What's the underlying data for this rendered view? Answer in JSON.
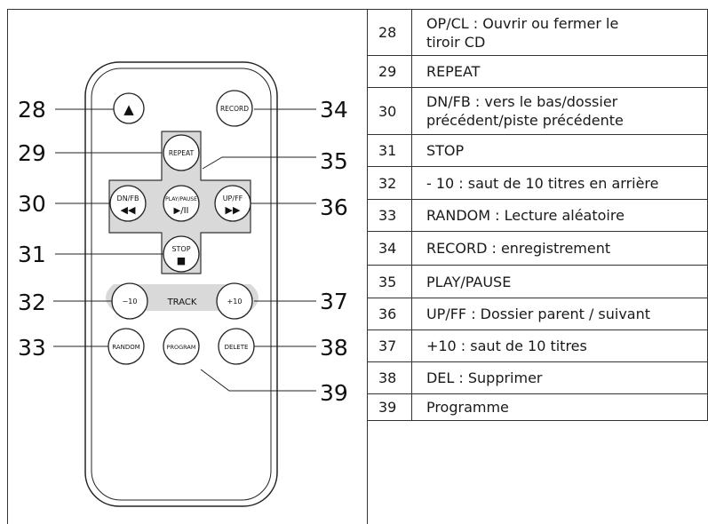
{
  "remote": {
    "callouts": [
      {
        "num": "28",
        "button": "eject"
      },
      {
        "num": "34",
        "button": "record"
      },
      {
        "num": "29",
        "button": "repeat"
      },
      {
        "num": "35",
        "button": "play-pause"
      },
      {
        "num": "30",
        "button": "dn-fb"
      },
      {
        "num": "36",
        "button": "up-ff"
      },
      {
        "num": "31",
        "button": "stop"
      },
      {
        "num": "32",
        "button": "minus10"
      },
      {
        "num": "37",
        "button": "plus10"
      },
      {
        "num": "33",
        "button": "random"
      },
      {
        "num": "38",
        "button": "delete"
      },
      {
        "num": "39",
        "button": "program"
      }
    ],
    "buttons": {
      "eject": "▲",
      "record": "RECORD",
      "repeat": "REPEAT",
      "play_pause_top": "PLAY/PAUSE",
      "play_pause_symbol": "▶/II",
      "dn_fb_top": "DN/FB",
      "dn_fb_symbol": "◀◀",
      "up_ff_top": "UP/FF",
      "up_ff_symbol": "▶▶",
      "stop_top": "STOP",
      "stop_symbol": "■",
      "minus10": "−10",
      "track": "TRACK",
      "plus10": "+10",
      "random": "RANDOM",
      "program": "PROGRAM",
      "delete": "DELETE"
    }
  },
  "legend": {
    "rows": [
      {
        "num": "28",
        "lines": [
          "OP/CL : Ouvrir ou fermer le",
          "tiroir CD"
        ]
      },
      {
        "num": "29",
        "lines": [
          "REPEAT"
        ]
      },
      {
        "num": "30",
        "lines": [
          "DN/FB : vers le bas/dossier",
          "précédent/piste précédente"
        ]
      },
      {
        "num": "31",
        "lines": [
          "STOP"
        ]
      },
      {
        "num": "32",
        "lines": [
          "- 10 : saut de 10 titres en arrière"
        ]
      },
      {
        "num": "33",
        "lines": [
          "RANDOM : Lecture aléatoire"
        ]
      },
      {
        "num": "34",
        "lines": [
          "RECORD : enregistrement"
        ]
      },
      {
        "num": "35",
        "lines": [
          "PLAY/PAUSE"
        ]
      },
      {
        "num": "36",
        "lines": [
          "UP/FF : Dossier parent / suivant"
        ]
      },
      {
        "num": "37",
        "lines": [
          "+10 : saut de 10 titres"
        ]
      },
      {
        "num": "38",
        "lines": [
          "DEL : Supprimer"
        ]
      },
      {
        "num": "39",
        "lines": [
          "Programme"
        ]
      }
    ]
  }
}
